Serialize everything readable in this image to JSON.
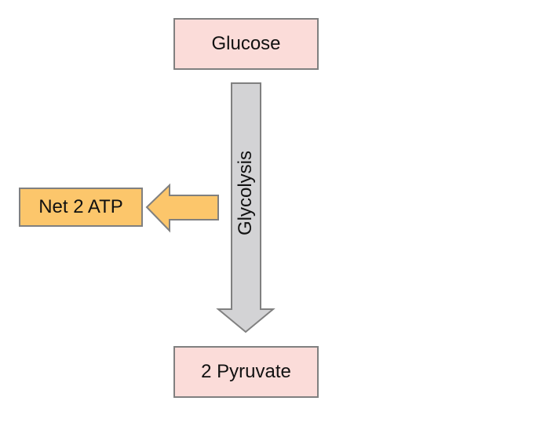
{
  "colors": {
    "metabolite_fill": "#fbdcd9",
    "energy_fill": "#fcc66b",
    "arrow_fill": "#d3d3d5",
    "stroke": "#808080"
  },
  "nodes": {
    "glucose": "Glucose",
    "pyruvate": "2 Pyruvate",
    "atp": "Net 2 ATP"
  },
  "process": {
    "label": "Glycolysis"
  }
}
